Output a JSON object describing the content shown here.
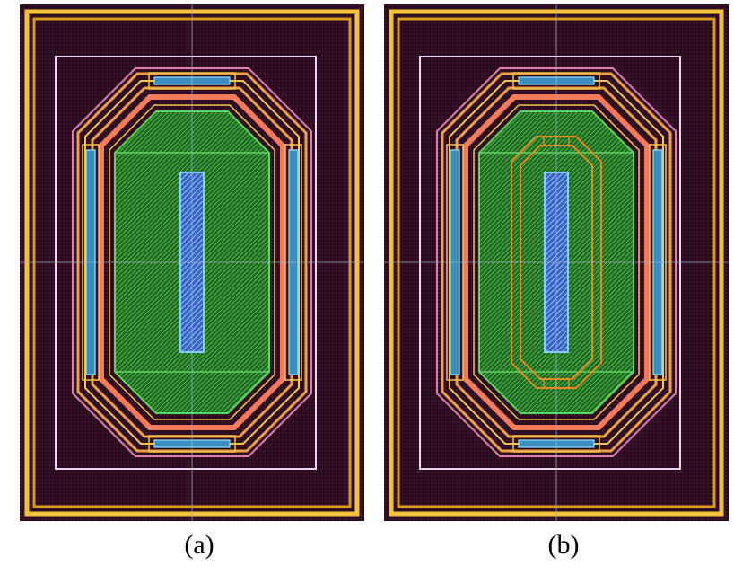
{
  "panels": [
    {
      "id": "a",
      "caption": "(a)",
      "inner_octagon_ring": false
    },
    {
      "id": "b",
      "caption": "(b)",
      "inner_octagon_ring": true
    }
  ],
  "colors": {
    "background": "#2a0c1e",
    "guard_ring": "#f2c23a",
    "boundary_line": "#e9d6f3",
    "crosshair": "#9fb0c8",
    "pink_ring": "#e07ab4",
    "orange_ring": "#f0a040",
    "salmon_ring": "#f47a5a",
    "active_green": "#1e6a1e",
    "green_outline": "#5ad65a",
    "center_blue": "#3a63c8",
    "center_outline": "#7fd0ff",
    "inner_ring_orange": "#e38a1e"
  }
}
